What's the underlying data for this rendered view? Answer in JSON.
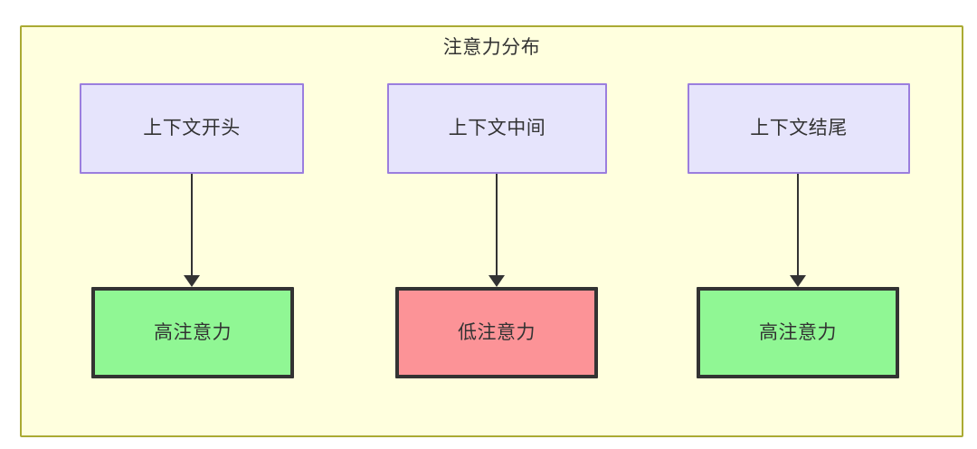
{
  "diagram": {
    "title": "注意力分布",
    "container": {
      "fill": "#ffffde",
      "stroke": "#aaaa33"
    },
    "nodes": [
      {
        "id": "context-start",
        "label": "上下文开头",
        "role": "context",
        "fill": "#e6e4fc",
        "stroke": "#9b7ede"
      },
      {
        "id": "context-middle",
        "label": "上下文中间",
        "role": "context",
        "fill": "#e6e4fc",
        "stroke": "#9b7ede"
      },
      {
        "id": "context-end",
        "label": "上下文结尾",
        "role": "context",
        "fill": "#e6e4fc",
        "stroke": "#9b7ede"
      },
      {
        "id": "attention-high-start",
        "label": "高注意力",
        "role": "result",
        "fill": "#90f794",
        "stroke": "#333333"
      },
      {
        "id": "attention-low-middle",
        "label": "低注意力",
        "role": "result",
        "fill": "#fc9397",
        "stroke": "#333333"
      },
      {
        "id": "attention-high-end",
        "label": "高注意力",
        "role": "result",
        "fill": "#90f794",
        "stroke": "#333333"
      }
    ],
    "edges": [
      {
        "id": "edge-start",
        "from": "上下文开头",
        "to": "高注意力"
      },
      {
        "id": "edge-middle",
        "from": "上下文中间",
        "to": "低注意力"
      },
      {
        "id": "edge-end",
        "from": "上下文结尾",
        "to": "高注意力"
      }
    ]
  }
}
